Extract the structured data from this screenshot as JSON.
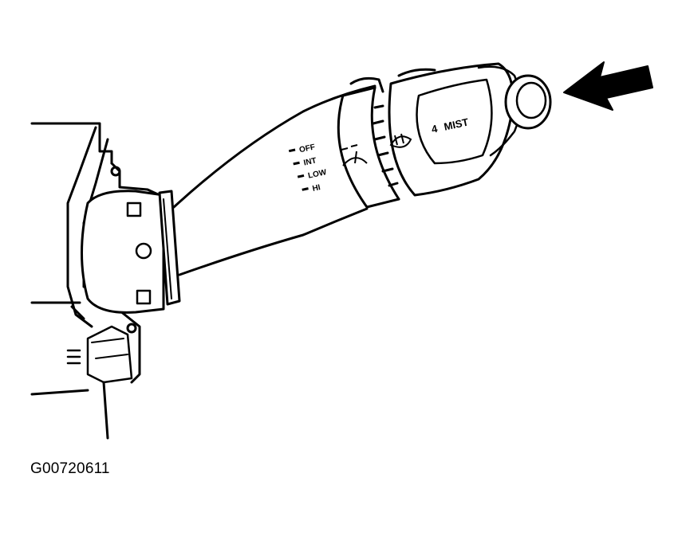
{
  "figure": {
    "id": "G00720611"
  },
  "switch": {
    "positions": [
      "OFF",
      "INT",
      "LOW",
      "HI"
    ],
    "knob_label": "MIST"
  },
  "colors": {
    "ink": "#000000",
    "paper": "#ffffff"
  },
  "icons": {
    "arrow": "push-arrow-icon",
    "wiper": "wiper-symbol-icon",
    "washer": "washer-symbol-icon"
  }
}
